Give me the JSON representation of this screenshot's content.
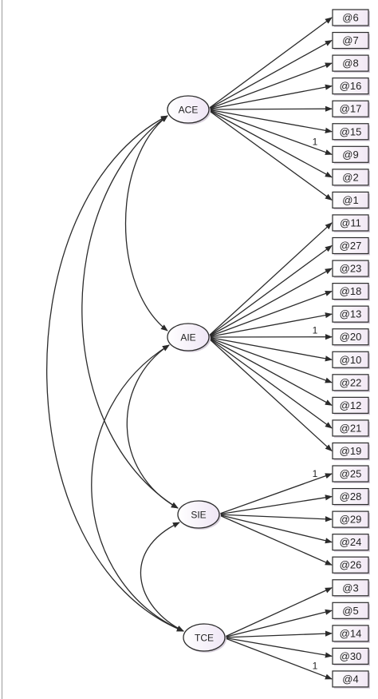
{
  "colors": {
    "line": "#2b2b2b",
    "box_fill": "#f6f0f8",
    "box_stroke": "#2b2b2b",
    "ellipse_fill": "#f4f0f8",
    "text": "#222222"
  },
  "diagram": {
    "latent_factors": [
      {
        "label": "ACE"
      },
      {
        "label": "AIE"
      },
      {
        "label": "SIE"
      },
      {
        "label": "TCE"
      }
    ],
    "indicator_groups": [
      {
        "factor": "ACE",
        "indicators": [
          "@6",
          "@7",
          "@8",
          "@16",
          "@17",
          "@15",
          "@9",
          "@2",
          "@1"
        ],
        "fixed_loading_indicator": "@9",
        "fixed_loading_label": "1"
      },
      {
        "factor": "AIE",
        "indicators": [
          "@11",
          "@27",
          "@23",
          "@18",
          "@13",
          "@20",
          "@10",
          "@22",
          "@12",
          "@21",
          "@19"
        ],
        "fixed_loading_indicator": "@20",
        "fixed_loading_label": "1"
      },
      {
        "factor": "SIE",
        "indicators": [
          "@25",
          "@28",
          "@29",
          "@24",
          "@26"
        ],
        "fixed_loading_indicator": "@25",
        "fixed_loading_label": "1"
      },
      {
        "factor": "TCE",
        "indicators": [
          "@3",
          "@5",
          "@14",
          "@30",
          "@4"
        ],
        "fixed_loading_indicator": "@4",
        "fixed_loading_label": "1"
      }
    ],
    "covariances": [
      [
        "ACE",
        "AIE"
      ],
      [
        "ACE",
        "SIE"
      ],
      [
        "ACE",
        "TCE"
      ],
      [
        "AIE",
        "SIE"
      ],
      [
        "AIE",
        "TCE"
      ],
      [
        "SIE",
        "TCE"
      ]
    ]
  }
}
